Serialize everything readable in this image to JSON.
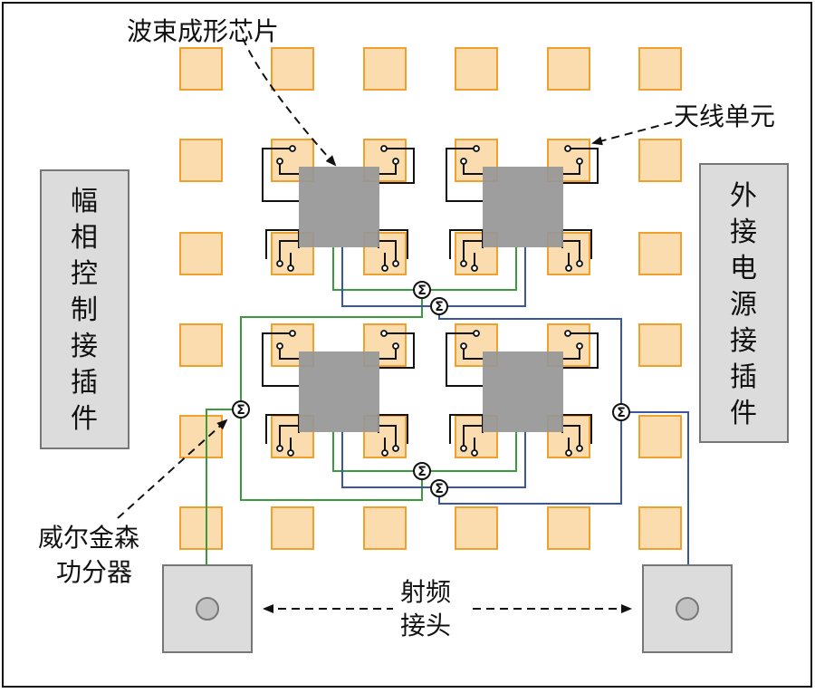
{
  "labels": {
    "beamforming_chip": "波束成形芯片",
    "antenna_element": "天线单元",
    "amp_phase_connector": [
      "幅",
      "相",
      "控",
      "制",
      "接",
      "插",
      "件"
    ],
    "power_connector": [
      "外",
      "接",
      "电",
      "源",
      "接",
      "插",
      "件"
    ],
    "wilkinson_divider": [
      "威尔金森",
      "功分器"
    ],
    "rf_connector": [
      "射频",
      "接头"
    ],
    "sigma_symbol": "Σ"
  },
  "colors": {
    "antenna_fill": "#fbdcae",
    "antenna_stroke": "#f0a02d",
    "chip_fill": "#969696",
    "connector_fill": "#dcdcdc",
    "connector_stroke": "#777777",
    "green_line": "#3b9a3b",
    "blue_line": "#3b56a0",
    "black_line": "#111111"
  },
  "icons": {
    "divider_node": "sigma-circle-icon",
    "rf_port": "coaxial-port-icon",
    "arrow": "dashed-arrow-icon"
  }
}
